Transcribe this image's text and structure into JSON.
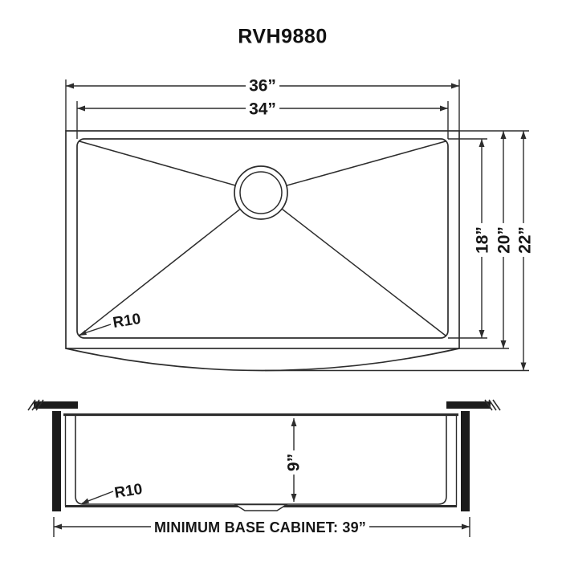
{
  "title": "RVH9880",
  "colors": {
    "line": "#2d2d2d",
    "text": "#161616",
    "solid_fill": "#1c1c1c",
    "background": "#ffffff"
  },
  "top_view": {
    "view_name": "sink-top-view",
    "dims": {
      "outer_width": "36”",
      "inner_width": "34”",
      "inner_depth": "18”",
      "outer_depth": "20”",
      "overall_depth": "22”",
      "corner_radius": "R10"
    }
  },
  "front_view": {
    "view_name": "sink-front-view",
    "dims": {
      "bowl_depth": "9”",
      "corner_radius": "R10"
    },
    "note": "MINIMUM BASE CABINET: 39”"
  }
}
